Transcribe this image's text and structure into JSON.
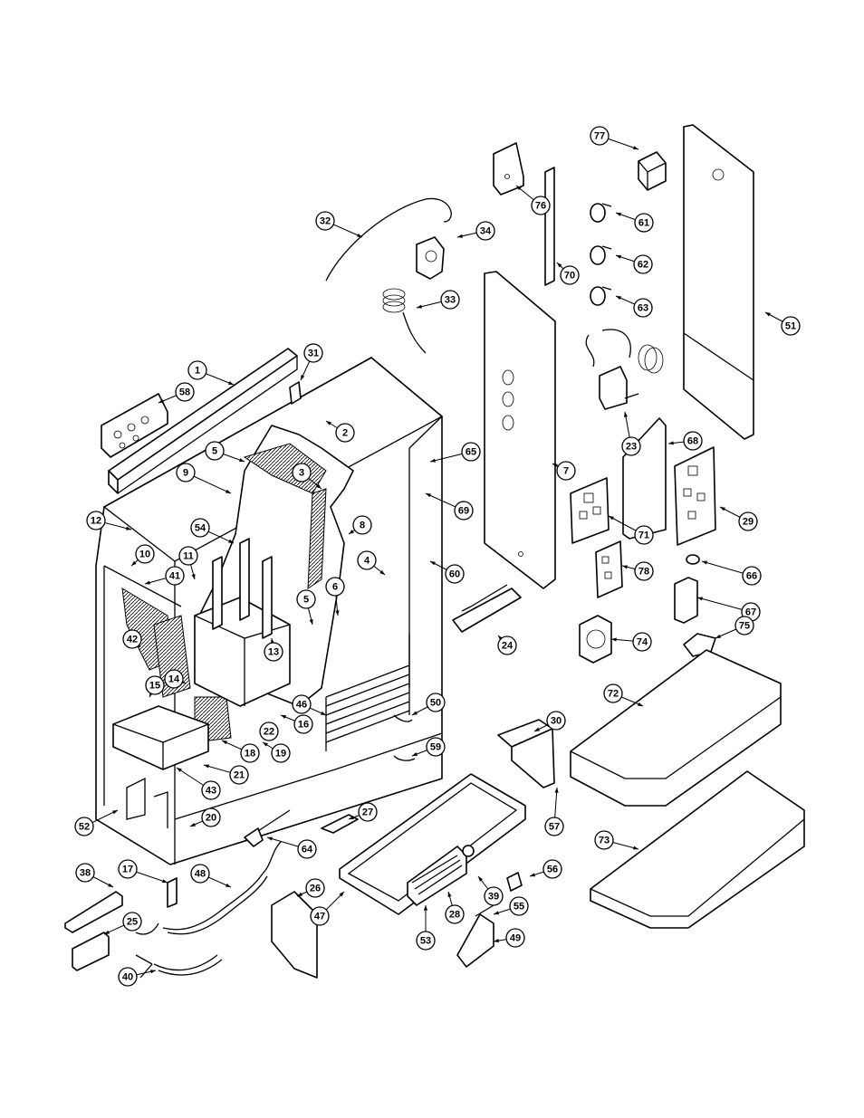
{
  "diagram": {
    "type": "exploded parts diagram",
    "callouts": [
      {
        "id": "1",
        "label": "1"
      },
      {
        "id": "2",
        "label": "2"
      },
      {
        "id": "3",
        "label": "3"
      },
      {
        "id": "4",
        "label": "4"
      },
      {
        "id": "5a",
        "label": "5"
      },
      {
        "id": "5b",
        "label": "5"
      },
      {
        "id": "6",
        "label": "6"
      },
      {
        "id": "7",
        "label": "7"
      },
      {
        "id": "8",
        "label": "8"
      },
      {
        "id": "9",
        "label": "9"
      },
      {
        "id": "10",
        "label": "10"
      },
      {
        "id": "11",
        "label": "11"
      },
      {
        "id": "12",
        "label": "12"
      },
      {
        "id": "13",
        "label": "13"
      },
      {
        "id": "14",
        "label": "14"
      },
      {
        "id": "15",
        "label": "15"
      },
      {
        "id": "16",
        "label": "16"
      },
      {
        "id": "17",
        "label": "17"
      },
      {
        "id": "18",
        "label": "18"
      },
      {
        "id": "19",
        "label": "19"
      },
      {
        "id": "20",
        "label": "20"
      },
      {
        "id": "21",
        "label": "21"
      },
      {
        "id": "22",
        "label": "22"
      },
      {
        "id": "23",
        "label": "23"
      },
      {
        "id": "24",
        "label": "24"
      },
      {
        "id": "25",
        "label": "25"
      },
      {
        "id": "26",
        "label": "26"
      },
      {
        "id": "27",
        "label": "27"
      },
      {
        "id": "28",
        "label": "28"
      },
      {
        "id": "29",
        "label": "29"
      },
      {
        "id": "30",
        "label": "30"
      },
      {
        "id": "31",
        "label": "31"
      },
      {
        "id": "32",
        "label": "32"
      },
      {
        "id": "33",
        "label": "33"
      },
      {
        "id": "34",
        "label": "34"
      },
      {
        "id": "38",
        "label": "38"
      },
      {
        "id": "39",
        "label": "39"
      },
      {
        "id": "40",
        "label": "40"
      },
      {
        "id": "41",
        "label": "41"
      },
      {
        "id": "42",
        "label": "42"
      },
      {
        "id": "43",
        "label": "43"
      },
      {
        "id": "46",
        "label": "46"
      },
      {
        "id": "47",
        "label": "47"
      },
      {
        "id": "48",
        "label": "48"
      },
      {
        "id": "49",
        "label": "49"
      },
      {
        "id": "50",
        "label": "50"
      },
      {
        "id": "51",
        "label": "51"
      },
      {
        "id": "52",
        "label": "52"
      },
      {
        "id": "53",
        "label": "53"
      },
      {
        "id": "54",
        "label": "54"
      },
      {
        "id": "55",
        "label": "55"
      },
      {
        "id": "56",
        "label": "56"
      },
      {
        "id": "57",
        "label": "57"
      },
      {
        "id": "58",
        "label": "58"
      },
      {
        "id": "59",
        "label": "59"
      },
      {
        "id": "60",
        "label": "60"
      },
      {
        "id": "61",
        "label": "61"
      },
      {
        "id": "62",
        "label": "62"
      },
      {
        "id": "63",
        "label": "63"
      },
      {
        "id": "64",
        "label": "64"
      },
      {
        "id": "65",
        "label": "65"
      },
      {
        "id": "66",
        "label": "66"
      },
      {
        "id": "67",
        "label": "67"
      },
      {
        "id": "68",
        "label": "68"
      },
      {
        "id": "69",
        "label": "69"
      },
      {
        "id": "70",
        "label": "70"
      },
      {
        "id": "71",
        "label": "71"
      },
      {
        "id": "72",
        "label": "72"
      },
      {
        "id": "73",
        "label": "73"
      },
      {
        "id": "74",
        "label": "74"
      },
      {
        "id": "75",
        "label": "75"
      },
      {
        "id": "76",
        "label": "76"
      },
      {
        "id": "77",
        "label": "77"
      },
      {
        "id": "78",
        "label": "78"
      }
    ]
  }
}
